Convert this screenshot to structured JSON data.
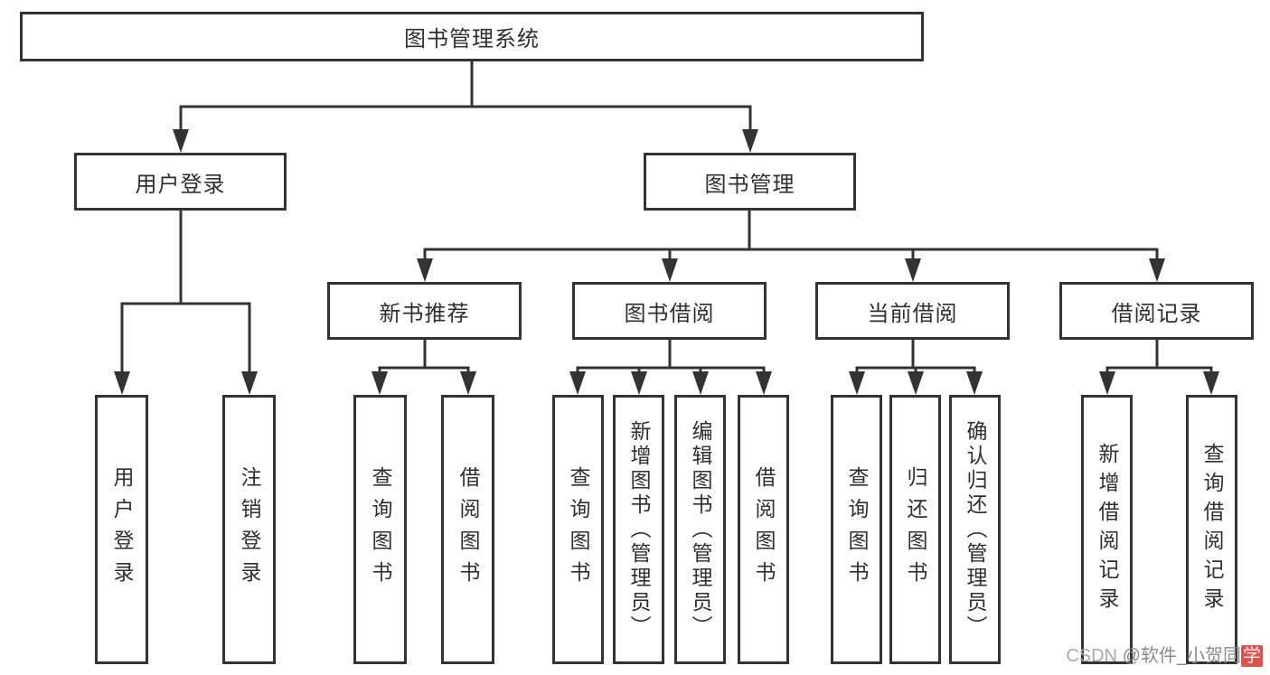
{
  "colors": {
    "line": "#333333",
    "text": "#2f2f2f",
    "background": "#ffffff",
    "watermark_gray_light": "#a9a9a9",
    "watermark_gray": "#8a8a8a",
    "watermark_red": "#d9534f"
  },
  "tree": {
    "root": {
      "label": "图书管理系统"
    },
    "branches": [
      {
        "label": "用户登录",
        "children": [
          {
            "label": "用户登录"
          },
          {
            "label": "注销登录"
          }
        ]
      },
      {
        "label": "图书管理",
        "children": [
          {
            "label": "新书推荐",
            "children": [
              {
                "label": "查询图书"
              },
              {
                "label": "借阅图书"
              }
            ]
          },
          {
            "label": "图书借阅",
            "children": [
              {
                "label": "查询图书"
              },
              {
                "label": "新增图书（管理员）"
              },
              {
                "label": "编辑图书（管理员）"
              },
              {
                "label": "借阅图书"
              }
            ]
          },
          {
            "label": "当前借阅",
            "children": [
              {
                "label": "查询图书"
              },
              {
                "label": "归还图书"
              },
              {
                "label": "确认归还（管理员）"
              }
            ]
          },
          {
            "label": "借阅记录",
            "children": [
              {
                "label": "新增借阅记录"
              },
              {
                "label": "查询借阅记录"
              }
            ]
          }
        ]
      }
    ]
  },
  "watermark": {
    "prefix": "CSDN ",
    "handle": "@软件_小贺同",
    "highlight_char": "学"
  }
}
